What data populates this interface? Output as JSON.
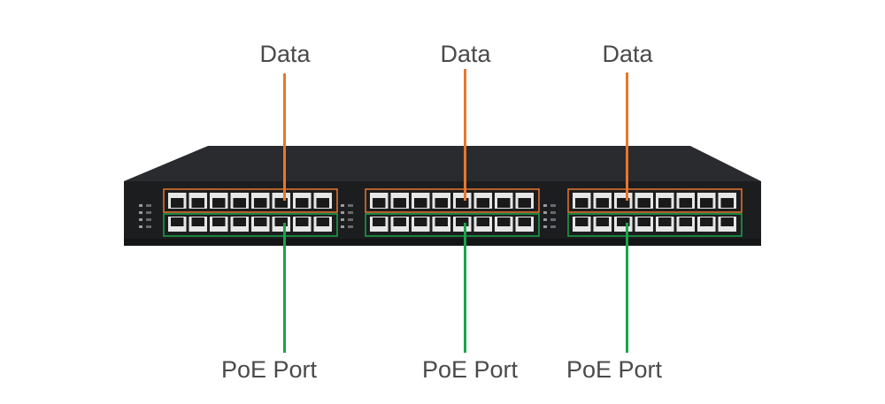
{
  "annotations": {
    "top_labels": [
      "Data",
      "Data",
      "Data"
    ],
    "bottom_labels": [
      "PoE Port",
      "PoE Port",
      "PoE Port"
    ]
  },
  "colors": {
    "data_accent": "#e8772e",
    "poe_accent": "#1aa34a",
    "chassis": "#1e1f21",
    "text": "#4a4a4a"
  },
  "device": {
    "groups": 3,
    "ports_per_row_per_group": 8
  }
}
